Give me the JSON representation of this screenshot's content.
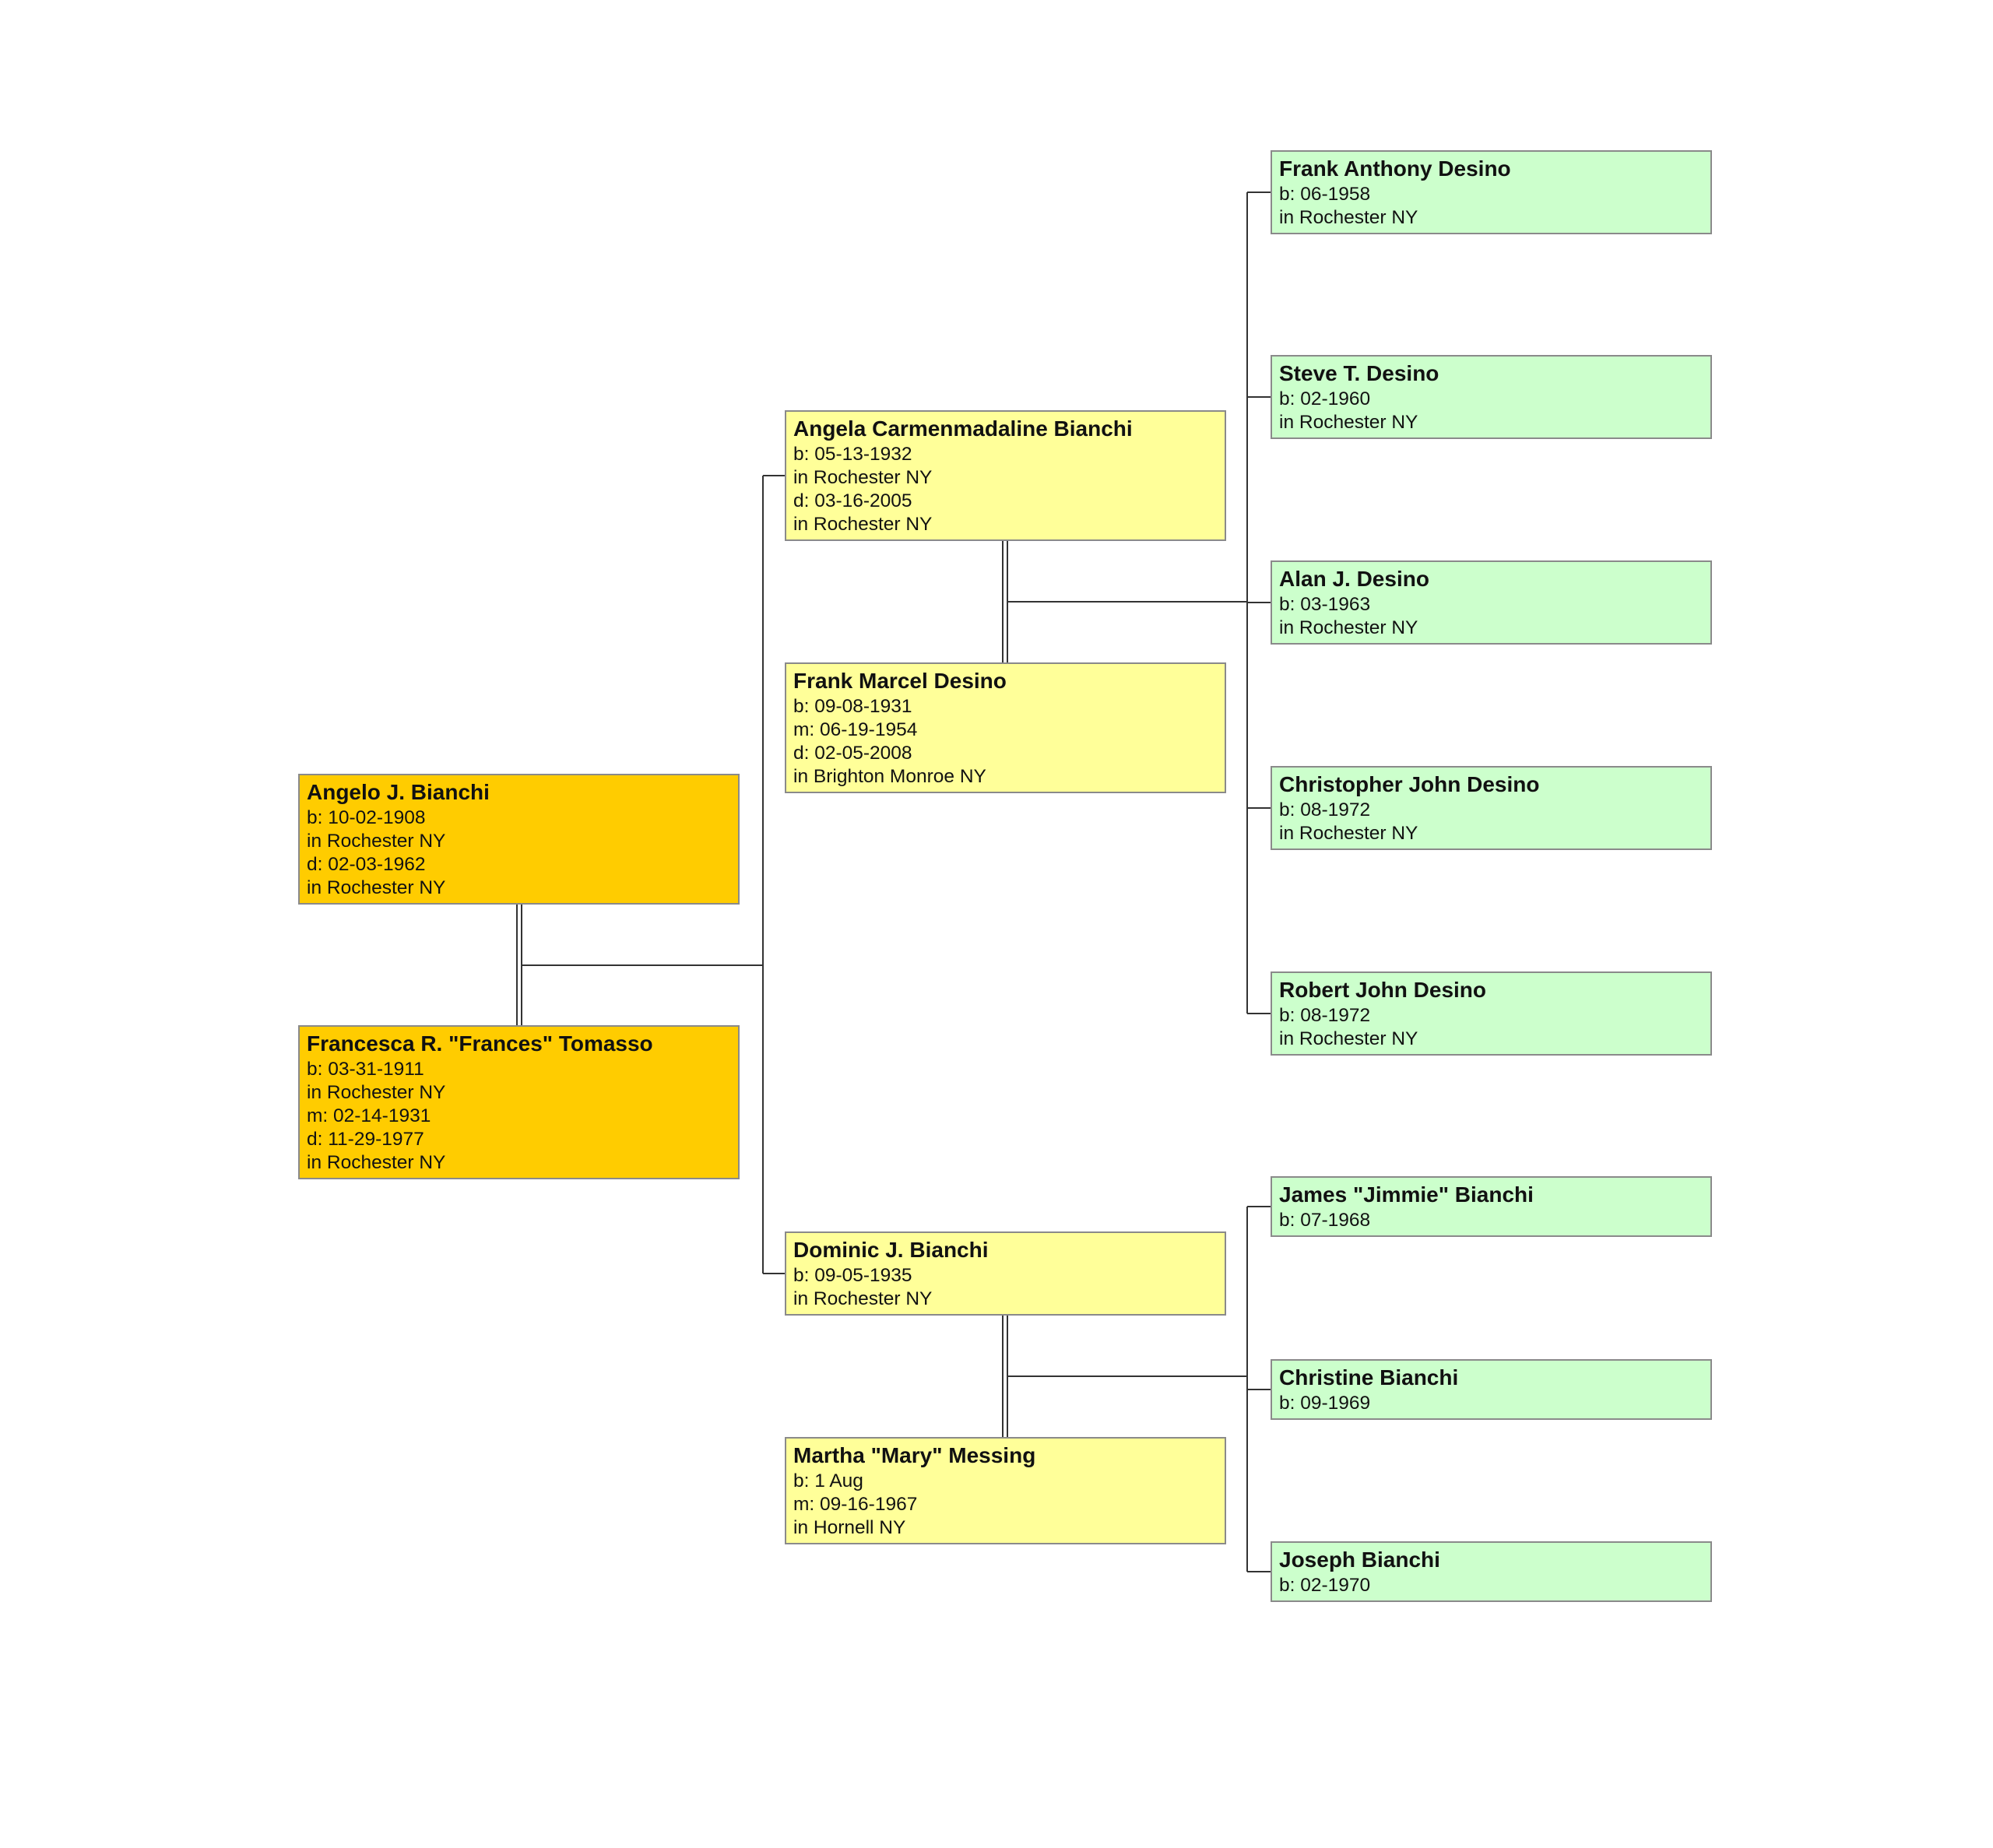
{
  "people": {
    "angelo": {
      "name": "Angelo J. Bianchi",
      "lines": [
        "b: 10-02-1908",
        "in Rochester NY",
        "d: 02-03-1962",
        "in Rochester NY"
      ]
    },
    "francesca": {
      "name": "Francesca R. \"Frances\" Tomasso",
      "lines": [
        "b: 03-31-1911",
        "in Rochester NY",
        "m: 02-14-1931",
        "d: 11-29-1977",
        "in Rochester NY"
      ]
    },
    "angela": {
      "name": "Angela Carmenmadaline Bianchi",
      "lines": [
        "b: 05-13-1932",
        "in Rochester NY",
        "d: 03-16-2005",
        "in Rochester NY"
      ]
    },
    "frankm": {
      "name": "Frank Marcel Desino",
      "lines": [
        "b: 09-08-1931",
        "m: 06-19-1954",
        "d: 02-05-2008",
        "in Brighton Monroe NY"
      ]
    },
    "dominic": {
      "name": "Dominic J. Bianchi",
      "lines": [
        "b: 09-05-1935",
        "in Rochester NY"
      ]
    },
    "martha": {
      "name": "Martha \"Mary\" Messing",
      "lines": [
        "b: 1 Aug",
        "m: 09-16-1967",
        "in Hornell NY"
      ]
    },
    "franka": {
      "name": "Frank Anthony Desino",
      "lines": [
        "b: 06-1958",
        "in Rochester NY"
      ]
    },
    "steve": {
      "name": "Steve T. Desino",
      "lines": [
        "b: 02-1960",
        "in Rochester NY"
      ]
    },
    "alan": {
      "name": "Alan J. Desino",
      "lines": [
        "b: 03-1963",
        "in Rochester NY"
      ]
    },
    "chris": {
      "name": "Christopher John Desino",
      "lines": [
        "b: 08-1972",
        "in Rochester NY"
      ]
    },
    "robert": {
      "name": "Robert John Desino",
      "lines": [
        "b: 08-1972",
        "in Rochester NY"
      ]
    },
    "james": {
      "name": "James \"Jimmie\" Bianchi",
      "lines": [
        "b: 07-1968"
      ]
    },
    "christine": {
      "name": "Christine Bianchi",
      "lines": [
        "b: 09-1969"
      ]
    },
    "joseph": {
      "name": "Joseph Bianchi",
      "lines": [
        "b: 02-1970"
      ]
    }
  },
  "colors": {
    "generation_1": "#ffcc00",
    "generation_2": "#ffff99",
    "generation_3": "#ccffcc",
    "connector": "#333333"
  }
}
